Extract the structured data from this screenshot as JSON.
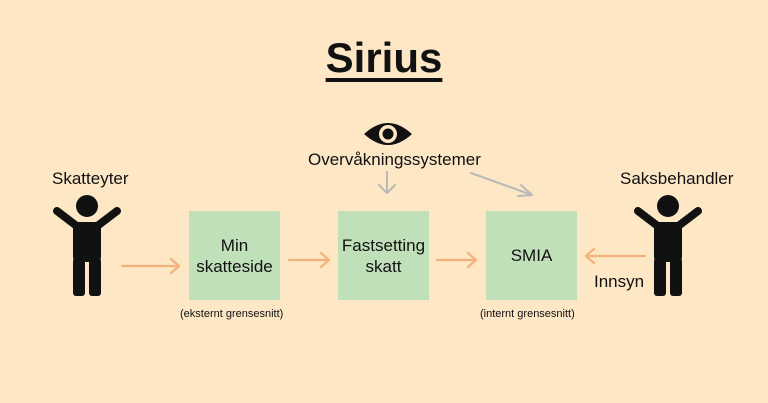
{
  "title": "Sirius",
  "actors": {
    "left": {
      "label": "Skatteyter",
      "icon": "person-arms-up-icon"
    },
    "right": {
      "label": "Saksbehandler",
      "icon": "person-arms-up-icon"
    }
  },
  "monitoring": {
    "label": "Overvåkningssystemer",
    "icon": "eye-icon"
  },
  "boxes": [
    {
      "lines": [
        "Min",
        "skatteside"
      ],
      "note": "(eksternt grensesnitt)"
    },
    {
      "lines": [
        "Fastsetting",
        "skatt"
      ],
      "note": ""
    },
    {
      "lines": [
        "SMIA"
      ],
      "note": "(internt grensesnitt)"
    }
  ],
  "edges": {
    "right_arrow_label": "Innsyn"
  },
  "colors": {
    "background": "#fde7c5",
    "box_fill": "#bfe0b9",
    "flow_arrow": "#f2b27c",
    "monitor_arrow": "#b9b9b9",
    "figure": "#111111"
  }
}
